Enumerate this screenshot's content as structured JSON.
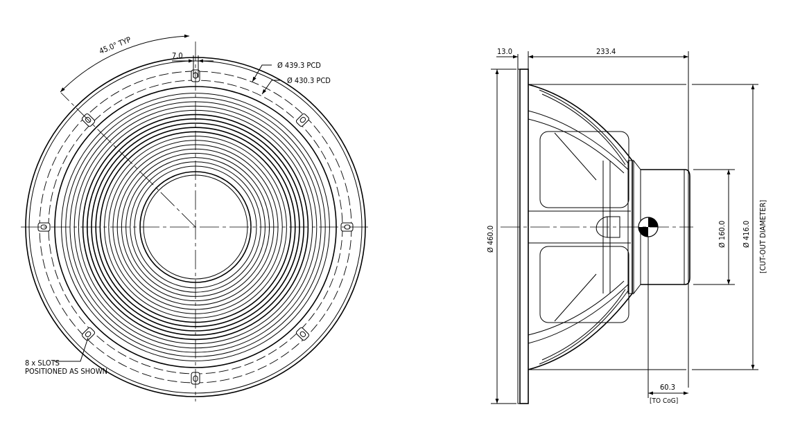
{
  "front_view": {
    "angle_label": "45.0° TYP",
    "slot_width_label": "7.0",
    "pcd_outer_label": "Ø 439.3 PCD",
    "pcd_inner_label": "Ø 430.3 PCD",
    "slots_note_line1": "8 x SLOTS",
    "slots_note_line2": "POSITIONED AS SHOWN",
    "slot_count": 8
  },
  "side_view": {
    "flange_thickness_label": "13.0",
    "depth_label": "233.4",
    "outer_diameter_label": "Ø 460.0",
    "magnet_diameter_label": "Ø 160.0",
    "cutout_diameter_label": "Ø 416.0",
    "cutout_note": "[CUT-OUT DIAMETER]",
    "cog_label": "60.3",
    "cog_note": "[TO CoG]"
  }
}
